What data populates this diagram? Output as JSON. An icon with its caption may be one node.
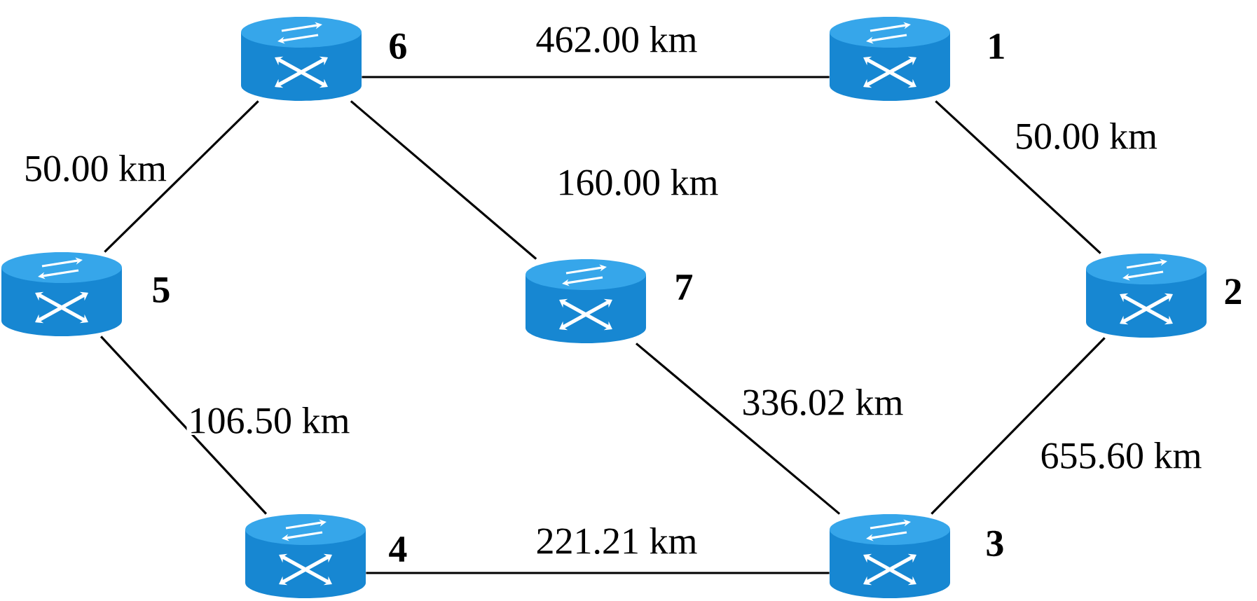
{
  "diagram": {
    "nodes": [
      {
        "text": [],
        "shape": "cylinder",
        "beside": [
          "6"
        ]
      },
      {
        "text": [],
        "shape": "cylinder",
        "beside": [
          "1"
        ]
      },
      {
        "text": [],
        "shape": "cylinder",
        "beside": [
          "5"
        ]
      },
      {
        "text": [],
        "shape": "cylinder",
        "beside": [
          "7"
        ]
      },
      {
        "text": [],
        "shape": "cylinder",
        "beside": [
          "2"
        ]
      },
      {
        "text": [],
        "shape": "cylinder",
        "beside": [
          "4"
        ]
      },
      {
        "text": [],
        "shape": "cylinder",
        "beside": [
          "3"
        ]
      }
    ],
    "edges": [
      {
        "from": 0,
        "to": 1,
        "arrow": "none",
        "label": "462.00 km"
      },
      {
        "from": 0,
        "to": 2,
        "arrow": "none",
        "label": "50.00 km"
      },
      {
        "from": 0,
        "to": 3,
        "arrow": "none",
        "label": "160.00 km"
      },
      {
        "from": 1,
        "to": 4,
        "arrow": "none",
        "label": "50.00 km"
      },
      {
        "from": 2,
        "to": 5,
        "arrow": "none",
        "label": "106.50 km"
      },
      {
        "from": 3,
        "to": 6,
        "arrow": "none",
        "label": "336.02 km"
      },
      {
        "from": 4,
        "to": 6,
        "arrow": "none",
        "label": "655.60 km"
      },
      {
        "from": 5,
        "to": 6,
        "arrow": "none",
        "label": "221.21 km"
      }
    ]
  }
}
